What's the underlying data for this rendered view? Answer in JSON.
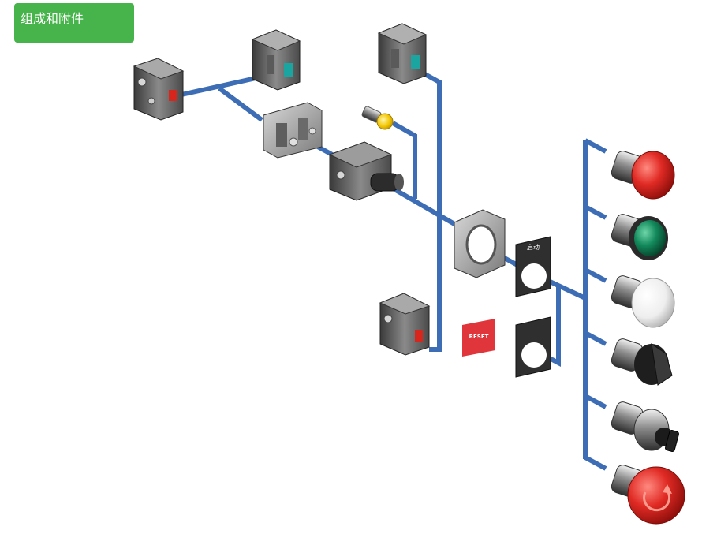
{
  "header": {
    "title": "组成和附件"
  },
  "legend_plates": {
    "start_label": "启动",
    "reset_label": "RESET"
  },
  "colors": {
    "badge": "#47b44b",
    "connector": "#3d6db5",
    "contact_red": "#d9261c",
    "contact_teal": "#1aa5a1",
    "lamp_yellow": "#f2c500",
    "pb_red": "#e02a24",
    "pb_green": "#138a5c",
    "pb_white": "#f2f2f2",
    "estop_red": "#e5241d",
    "legend_red": "#e0353a"
  },
  "components": {
    "contact_blocks": [
      "contact-block-nc-red",
      "contact-block-no-teal",
      "contact-block-no-teal",
      "contact-block-nc-red"
    ],
    "lamp": "led-lamp-yellow",
    "light_block": "light-block-body",
    "mount_bracket": "mounting-adapter",
    "fixing_collar": "fixing-collar",
    "legend_holder": "legend-holder",
    "operators": [
      "pushbutton-red",
      "pushbutton-green",
      "pushbutton-white",
      "selector-switch",
      "key-switch",
      "emergency-stop-mushroom"
    ]
  }
}
